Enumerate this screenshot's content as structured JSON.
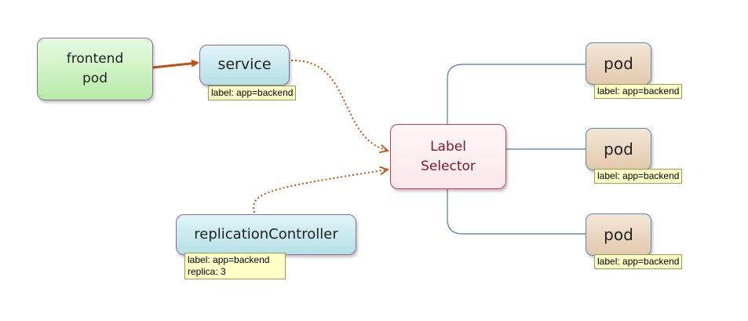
{
  "nodes": {
    "frontend_pod": {
      "line1": "frontend",
      "line2": "pod"
    },
    "service": {
      "label": "service",
      "tag": "label: app=backend"
    },
    "replication_controller": {
      "label": "replicationController",
      "tag_line1": "label: app=backend",
      "tag_line2": "replica: 3"
    },
    "label_selector": {
      "line1": "Label",
      "line2": "Selector"
    },
    "pods": [
      {
        "label": "pod",
        "tag": "label: app=backend"
      },
      {
        "label": "pod",
        "tag": "label: app=backend"
      },
      {
        "label": "pod",
        "tag": "label: app=backend"
      }
    ]
  },
  "colors": {
    "solid_arrow": "#c05010",
    "dotted_arrow": "#c05010",
    "selector_lines": "#4a7ab4",
    "tag_background": "#ffffc8"
  }
}
